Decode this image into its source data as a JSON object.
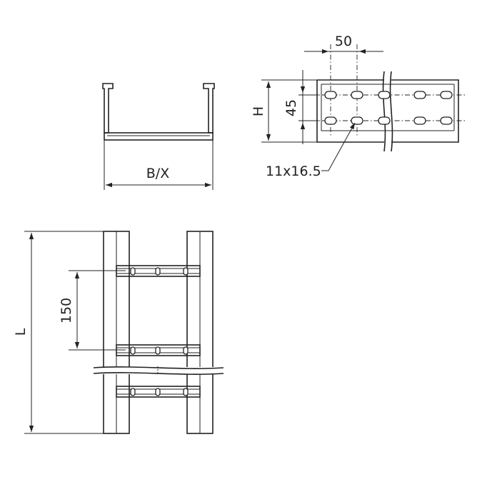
{
  "cross_section": {
    "width_label": "B/X"
  },
  "side_view": {
    "pitch_label": "50",
    "hole_spacing_label": "45",
    "height_label": "H",
    "slot_label": "11x16.5"
  },
  "plan_view": {
    "rung_spacing_label": "150",
    "length_label": "L"
  }
}
